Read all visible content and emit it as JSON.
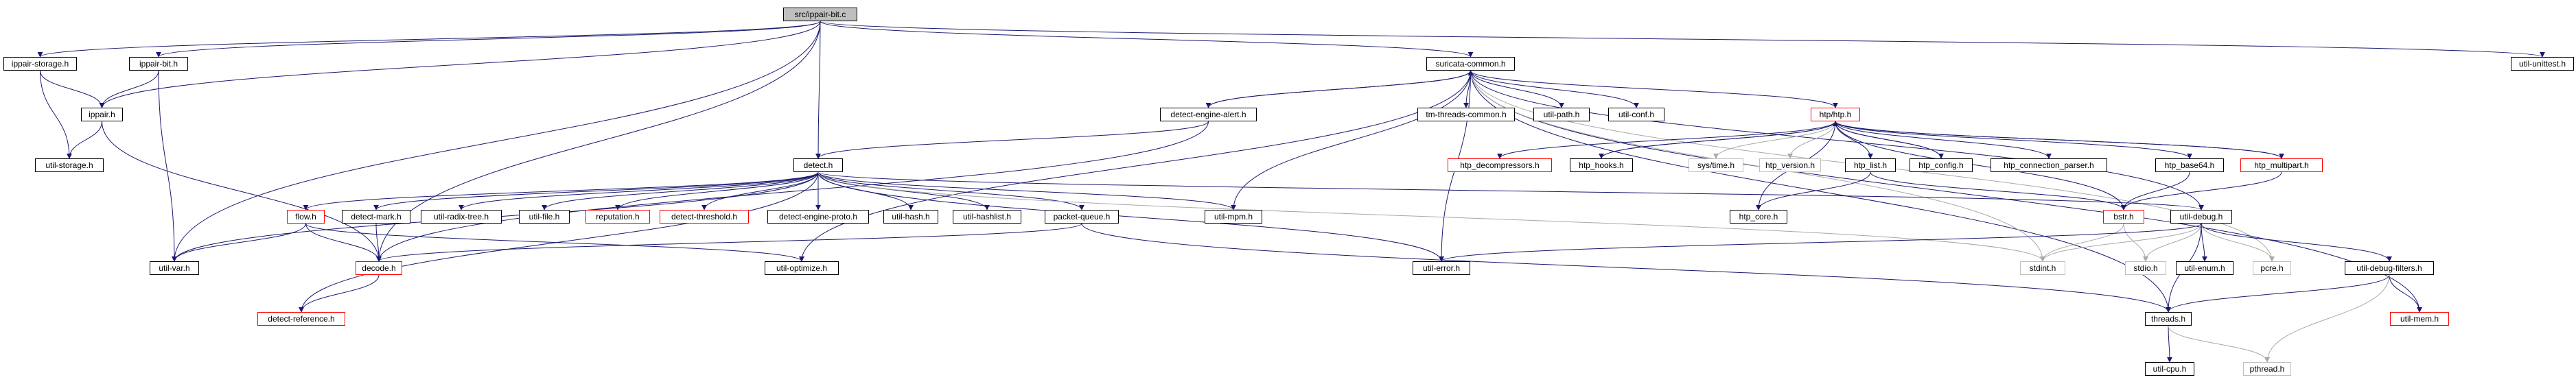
{
  "colors": {
    "edge": "#191970",
    "edge_grey": "#a9a9a9",
    "root_fill": "#bfbfbf",
    "border": "#000000",
    "border_red": "#ff0000",
    "border_grey": "#bfbfbf"
  },
  "nodes": {
    "root": "src/ippair-bit.c",
    "ippair_storage": "ippair-storage.h",
    "ippair_bit": "ippair-bit.h",
    "ippair": "ippair.h",
    "util_storage": "util-storage.h",
    "suricata_common": "suricata-common.h",
    "util_unittest": "util-unittest.h",
    "detect_engine_alert": "detect-engine-alert.h",
    "tm_threads_common": "tm-threads-common.h",
    "util_path": "util-path.h",
    "util_conf": "util-conf.h",
    "detect": "detect.h",
    "htp": "htp/htp.h",
    "htp_decompressors": "htp_decompressors.h",
    "htp_hooks": "htp_hooks.h",
    "sys_time": "sys/time.h",
    "htp_version": "htp_version.h",
    "htp_list": "htp_list.h",
    "htp_config": "htp_config.h",
    "htp_connection_parser": "htp_connection_parser.h",
    "htp_base64": "htp_base64.h",
    "htp_multipart": "htp_multipart.h",
    "flow": "flow.h",
    "detect_mark": "detect-mark.h",
    "util_radix_tree": "util-radix-tree.h",
    "util_file": "util-file.h",
    "reputation": "reputation.h",
    "detect_threshold": "detect-threshold.h",
    "detect_engine_proto": "detect-engine-proto.h",
    "util_hash": "util-hash.h",
    "util_hashlist": "util-hashlist.h",
    "packet_queue": "packet-queue.h",
    "util_mpm": "util-mpm.h",
    "htp_core": "htp_core.h",
    "bstr": "bstr.h",
    "util_debug": "util-debug.h",
    "util_var": "util-var.h",
    "decode": "decode.h",
    "util_optimize": "util-optimize.h",
    "util_error": "util-error.h",
    "stdint": "stdint.h",
    "stdio": "stdio.h",
    "util_enum": "util-enum.h",
    "pcre": "pcre.h",
    "util_debug_filters": "util-debug-filters.h",
    "detect_reference": "detect-reference.h",
    "threads": "threads.h",
    "util_mem": "util-mem.h",
    "util_cpu": "util-cpu.h",
    "pthread": "pthread.h"
  }
}
